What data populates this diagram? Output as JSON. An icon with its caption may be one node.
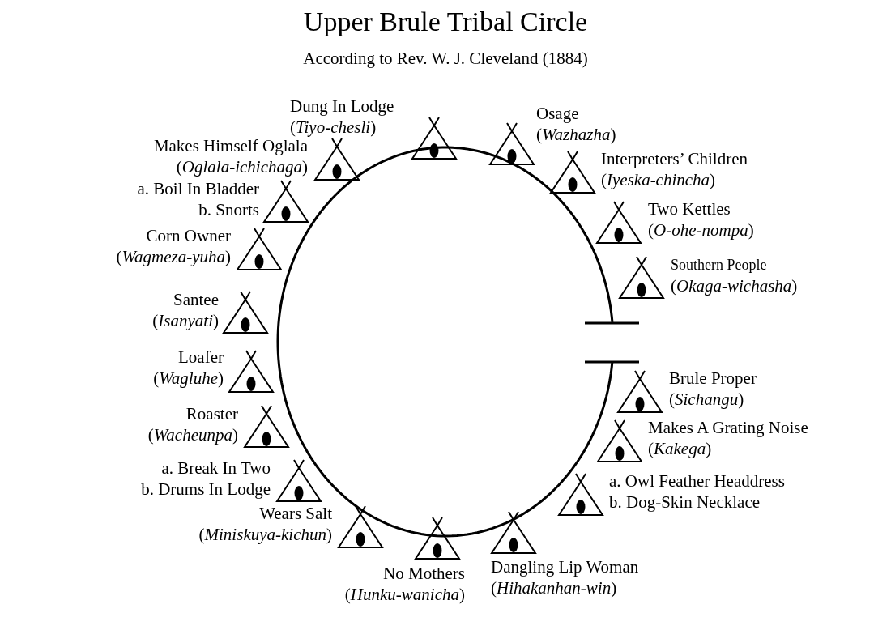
{
  "diagram": {
    "title": "Upper Brule Tribal Circle",
    "caption": "According to Rev. W. J. Cleveland (1884)",
    "nodes": [
      {
        "text": [
          "Dung In Lodge",
          "(*Tiyo-chesli*)"
        ]
      },
      {
        "text": [
          "Osage",
          "(*Wazhazha*)"
        ]
      },
      {
        "text": [
          "Makes Himself Oglala",
          "(*Oglala-ichichaga*)"
        ]
      },
      {
        "text": [
          "Interpreters’ Children",
          "(*Iyeska-chincha*)"
        ]
      },
      {
        "text": [
          "a. Boil In Bladder",
          "b. Snorts"
        ]
      },
      {
        "text": [
          "Two Kettles",
          "(*O-ohe-nompa*)"
        ]
      },
      {
        "text": [
          "Corn Owner",
          "(*Wagmeza-yuha*)"
        ]
      },
      {
        "text": [
          "Southern People",
          "(*Okaga-wichasha*)"
        ]
      },
      {
        "text": [
          "Santee",
          "(*Isanyati*)"
        ]
      },
      {
        "text": [
          "Loafer",
          "(*Wagluhe*)"
        ]
      },
      {
        "text": [
          "Brule Proper",
          "(*Sichangu*)"
        ]
      },
      {
        "text": [
          "Roaster",
          "(*Wacheunpa*)"
        ]
      },
      {
        "text": [
          "Makes A Grating Noise",
          "(*Kakega*)"
        ]
      },
      {
        "text": [
          "a. Break In Two",
          "b. Drums In Lodge"
        ]
      },
      {
        "text": [
          "a. Owl Feather Headdress",
          "b. Dog-Skin Necklace"
        ]
      },
      {
        "text": [
          "Wears Salt",
          "(*Miniskuya-kichun*)"
        ]
      },
      {
        "text": [
          "No Mothers",
          "(*Hunku-wanicha*)"
        ]
      },
      {
        "text": [
          "Dangling Lip Woman",
          "(*Hihakanhan-win*)"
        ]
      }
    ]
  }
}
